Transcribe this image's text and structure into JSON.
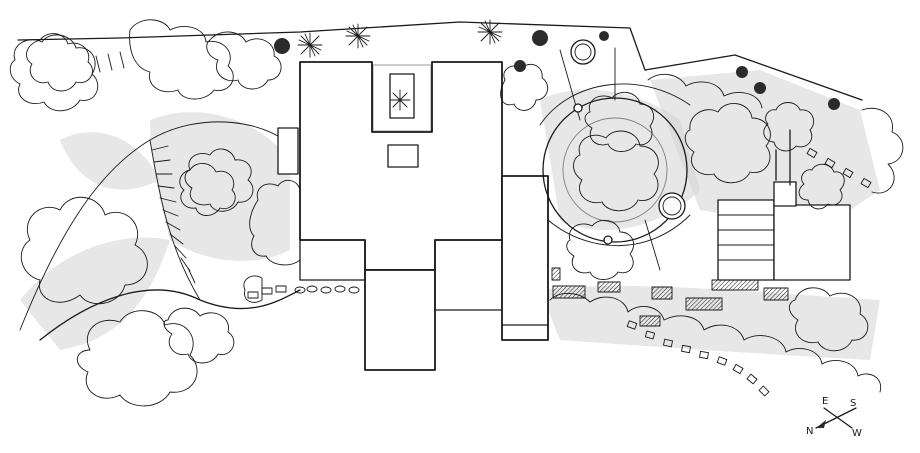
{
  "drawing": {
    "ink_color": "#1a1a1a",
    "shade_color": "#d4d4d4",
    "paper_color": "#ffffff"
  },
  "compass": {
    "labels": {
      "north": "N",
      "east": "E",
      "south": "S",
      "west": "W"
    }
  }
}
